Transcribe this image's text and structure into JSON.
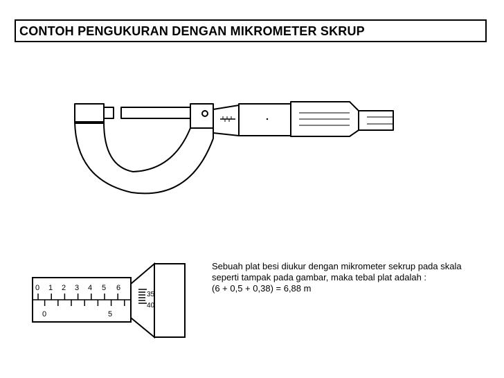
{
  "slide": {
    "title": "CONTOH PENGUKURAN DENGAN MIKROMETER SKRUP"
  },
  "scale": {
    "main_top_labels": [
      "0",
      "1",
      "2",
      "3",
      "4",
      "5",
      "6"
    ],
    "main_bottom_labels": [
      "0",
      "5"
    ],
    "thimble_labels": [
      "35",
      "40"
    ]
  },
  "description": {
    "line1": "Sebuah plat besi diukur dengan mikrometer sekrup pada skala",
    "line2": "seperti tampak pada gambar, maka tebal plat adalah :",
    "line3": "(6 + 0,5 + 0,38) = 6,88 m"
  }
}
